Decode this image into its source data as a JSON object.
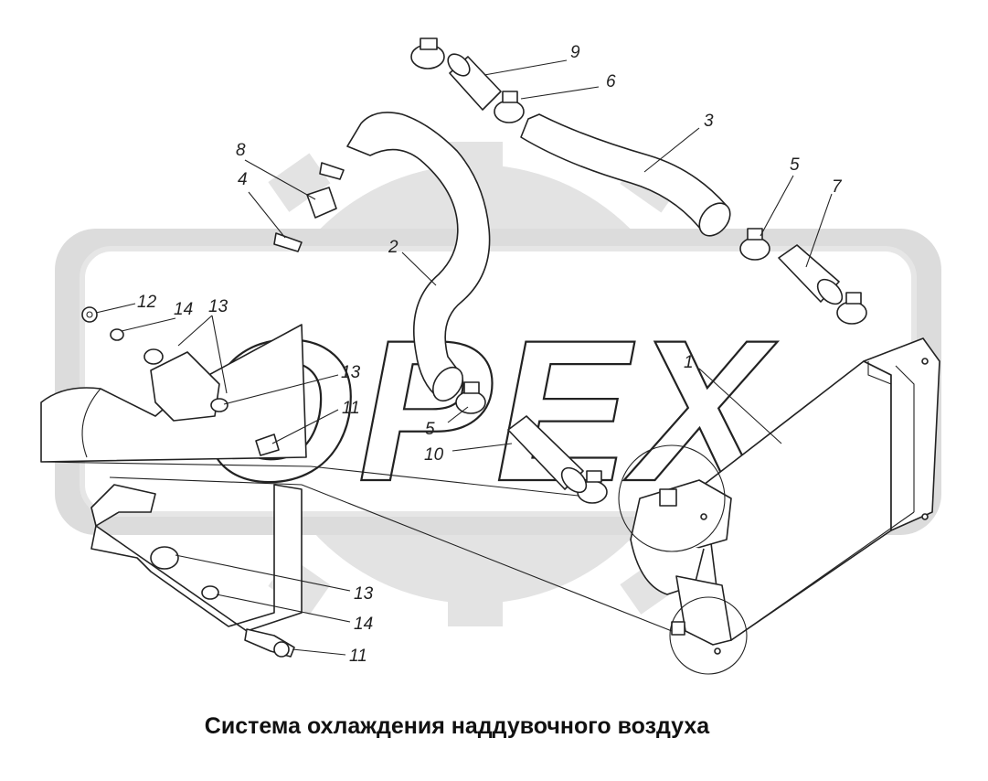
{
  "caption": "Система охлаждения наддувочного воздуха",
  "watermark": "OPEX",
  "callouts": {
    "c1": "1",
    "c2": "2",
    "c3": "3",
    "c4": "4",
    "c5a": "5",
    "c5b": "5",
    "c6": "6",
    "c7": "7",
    "c8": "8",
    "c9": "9",
    "c10": "10",
    "c11a": "11",
    "c11b": "11",
    "c12": "12",
    "c13a": "13",
    "c13b": "13",
    "c13c": "13",
    "c14a": "14",
    "c14b": "14"
  }
}
